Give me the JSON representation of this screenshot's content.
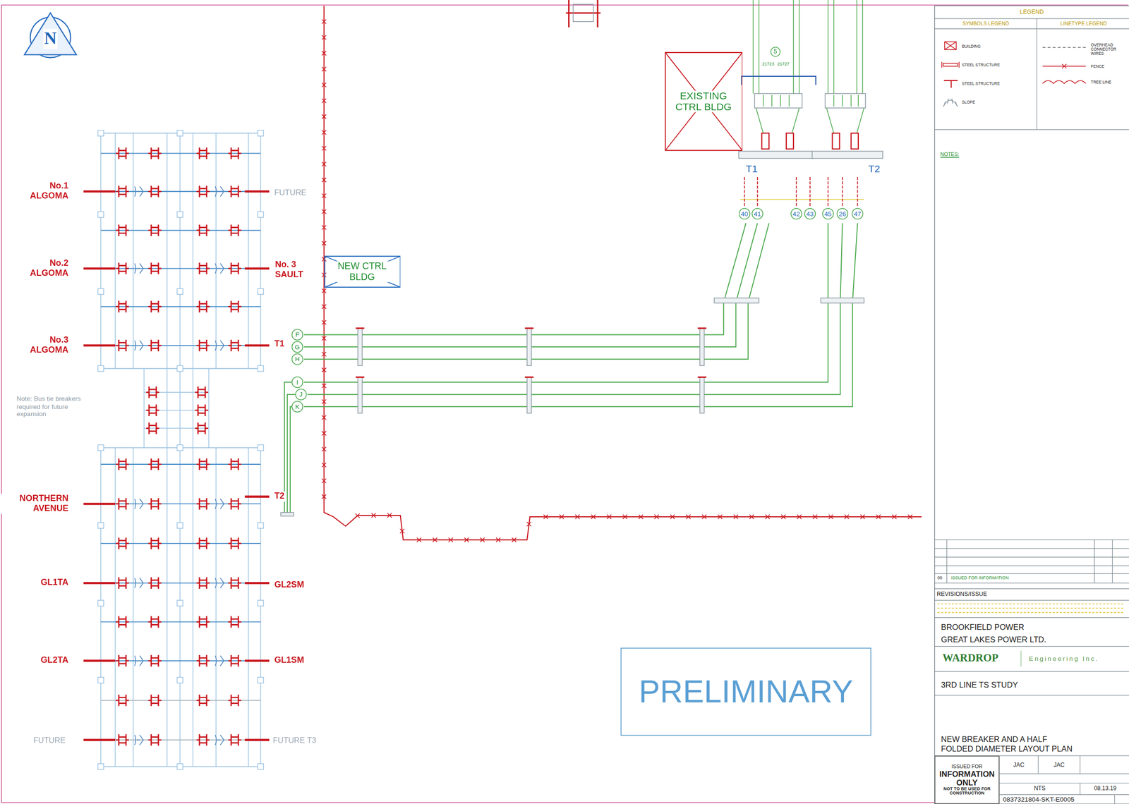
{
  "diagram": {
    "title": "NEW BREAKER AND A HALF FOLDED DIAMETER LAYOUT PLAN",
    "nodes": [
      {
        "text": [
          "EXISTING CTRL BLDG"
        ]
      },
      {
        "text": [
          "40"
        ]
      },
      {
        "text": [
          "41"
        ]
      },
      {
        "text": [
          "42"
        ]
      },
      {
        "text": [
          "43"
        ]
      },
      {
        "text": [
          "45"
        ]
      },
      {
        "text": [
          "26"
        ]
      },
      {
        "text": [
          "47"
        ]
      },
      {
        "text": [
          "NEW CTRL BLDG"
        ]
      },
      {
        "text": [
          "F"
        ]
      },
      {
        "text": [
          "G"
        ]
      },
      {
        "text": [
          "H"
        ]
      },
      {
        "text": [
          "I"
        ]
      },
      {
        "text": [
          "J"
        ]
      },
      {
        "text": [
          "K"
        ]
      },
      {
        "text": [
          "PRELIMINARY"
        ]
      },
      {
        "text": [
          "ISSUED FOR",
          "INFORMATION ONLY",
          "NOT TO BE USED FOR CONSTRUCTION"
        ]
      },
      {
        "text": [
          "5"
        ]
      }
    ],
    "labels": [
      "N",
      "No.1 ALGOMA",
      "No.2 ALGOMA",
      "No.3 ALGOMA",
      "NORTHERN AVENUE",
      "GL1TA",
      "GL2TA",
      "FUTURE",
      "FUTURE",
      "No. 3 SAULT",
      "T1",
      "T2",
      "GL2SM",
      "GL1SM",
      "FUTURE T3",
      "Note: Bus tie breakers required for future expansion",
      "T1",
      "T2",
      "21723",
      "21727",
      "LEGEND",
      "SYMBOLS LEGEND",
      "LINETYPE LEGEND",
      "NOTES:",
      "00",
      "ISSUED FOR INFORMATION",
      "REVISIONS/ISSUE",
      "BROOKFIELD POWER",
      "GREAT LAKES POWER LTD.",
      "WARDROP",
      "Engineering Inc.",
      "3RD LINE TS STUDY",
      "JAC",
      "JAC",
      "NTS",
      "08.13.19",
      "0837321804-SKT-E0005"
    ],
    "legend": [
      {
        "text": "BUILDING"
      },
      {
        "text": "STEEL STRUCTURE"
      },
      {
        "text": "STEEL STRUCTURE"
      },
      {
        "text": "SLOPE"
      },
      {
        "text": "OVERHEAD CONNECTOR WIRES"
      },
      {
        "text": "FENCE"
      },
      {
        "text": "TREE LINE"
      }
    ]
  }
}
